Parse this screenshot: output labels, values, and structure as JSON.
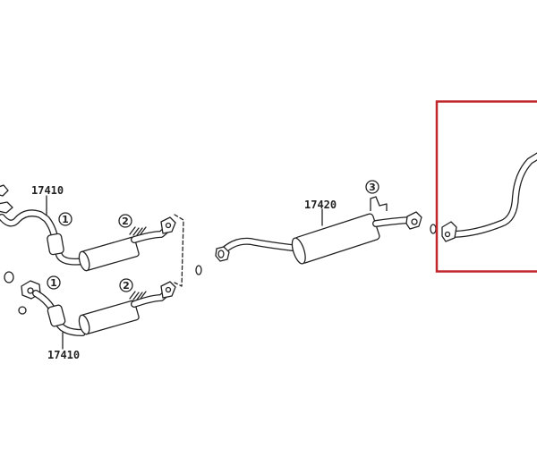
{
  "diagram": {
    "part_numbers": {
      "front_pipe_upper": "17410",
      "front_pipe_lower": "17410",
      "center_muffler": "17420"
    },
    "callouts": {
      "upper_catalyst": "1",
      "upper_muffler": "2",
      "lower_catalyst": "1",
      "lower_muffler": "2",
      "hanger_bracket": "3"
    },
    "highlight_color": "#c0272d"
  }
}
